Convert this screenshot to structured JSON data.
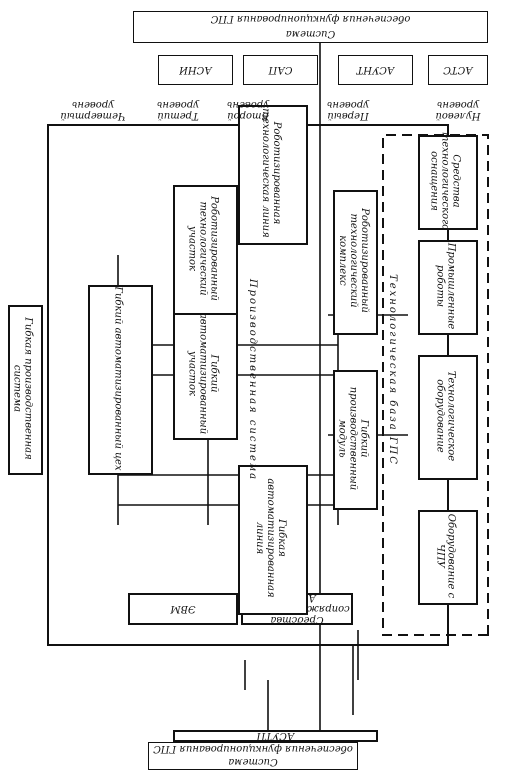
{
  "top_system": {
    "line1": "Система",
    "line2": "обеспечения функционирования ГПС"
  },
  "top_systems": [
    "АСНИ",
    "САП",
    "АСУНТ",
    "АСТС"
  ],
  "bottom_system": {
    "line1": "Система",
    "line2": "обеспечения функционирования ГПС"
  },
  "bottom_bar": "АСУТП",
  "levels": [
    "Нулевой уровень",
    "Первый уровень",
    "Второй уровень",
    "Третий уровень",
    "Четвертый уровень"
  ],
  "gps_label": "Гибкая производственная система",
  "prod_system_label": "Производственная система",
  "tech_base_label": "Технологическая база ГПС",
  "blocks": {
    "gac": "Гибкий автоматизированный цех",
    "gau": "Гибкий автоматизированный участок",
    "rtu": "Роботизированный технологический участок",
    "gal": "Гибкая автоматизированная линия",
    "rtl": "Роботизированная технологическая линия",
    "gpm": "Гибкий производственный модуль",
    "rtk": "Роботизированный технологический комплекс",
    "chpu": "Оборудование с ЧПУ",
    "tech_eq": "Технологическое оборудование",
    "robots": "Промышленные роботы",
    "sredstva_isp": "Средства технологического оснащения"
  },
  "evm": "ЭВМ",
  "sredstva_gpm": "Средства сопряжения ГПМ с АСУТП"
}
